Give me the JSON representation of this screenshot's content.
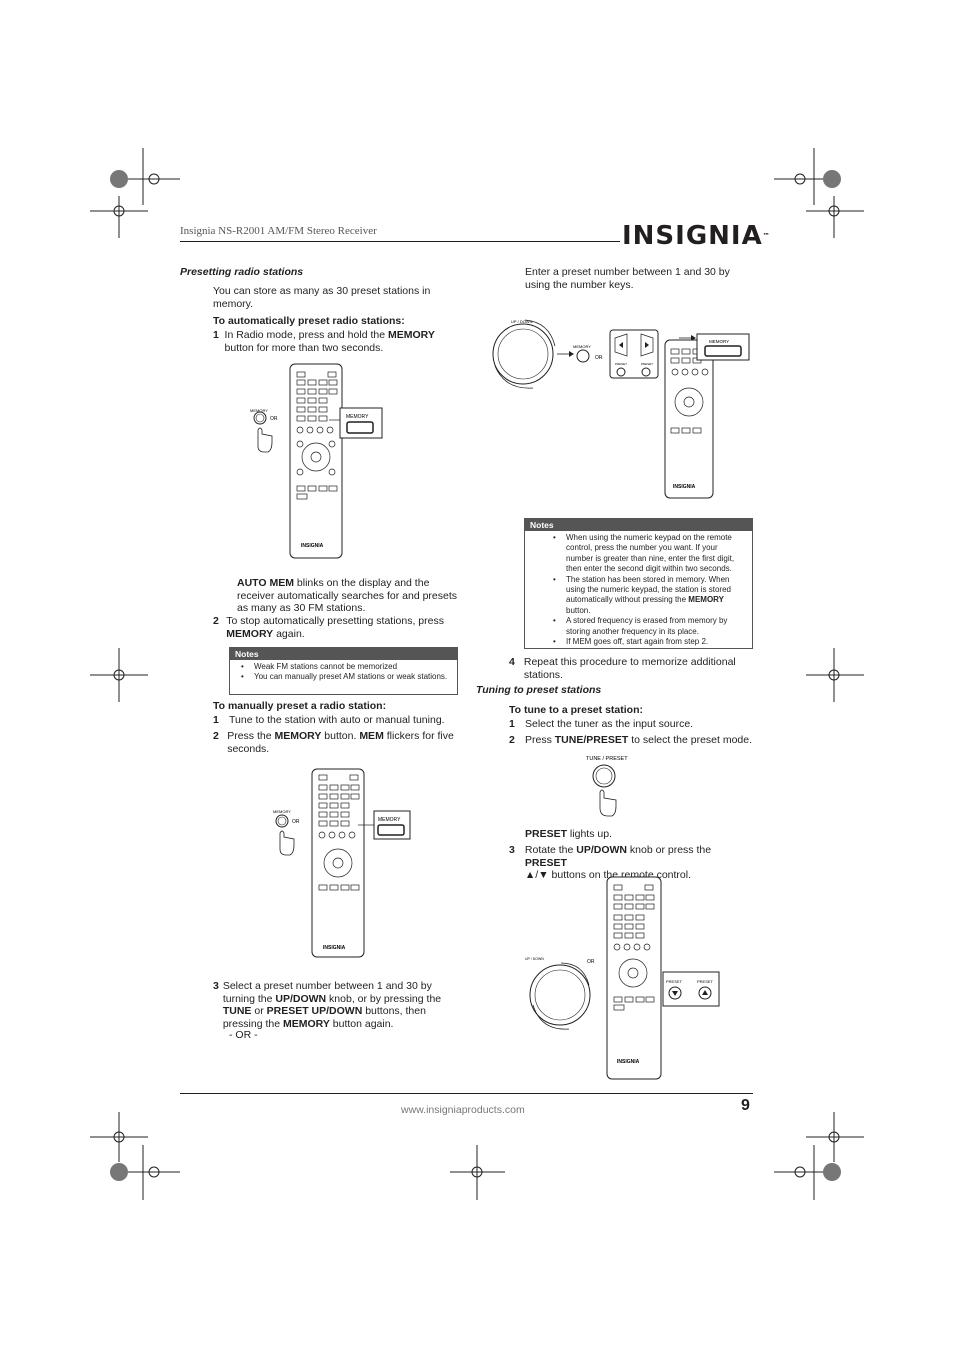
{
  "header": {
    "title": "Insignia NS-R2001 AM/FM Stereo Receiver",
    "logo": "INSIGNIA",
    "logo_tm": "™"
  },
  "left": {
    "section_title": "Presetting radio stations",
    "intro": "You can store as many as 30 preset stations in memory.",
    "auto": {
      "heading": "To automatically preset radio stations:",
      "step1": {
        "num": "1",
        "a": "In Radio mode, press and hold the ",
        "b": "MEMORY",
        "c": " button for more than two seconds."
      },
      "after_fig": {
        "b": "AUTO MEM",
        "c": " blinks on the display and the receiver automatically searches for and presets as many as 30 FM stations."
      },
      "step2": {
        "num": "2",
        "a": "To stop automatically presetting stations, press ",
        "b": "MEMORY",
        "c": " again."
      }
    },
    "notes1": {
      "title": "Notes",
      "items": [
        "Weak FM stations cannot be memorized",
        "You can manually preset AM stations or weak stations."
      ]
    },
    "manual": {
      "heading": "To manually preset a radio station:",
      "step1": {
        "num": "1",
        "text": "Tune to the station with auto or manual tuning."
      },
      "step2": {
        "num": "2",
        "a": "Press the ",
        "b": "MEMORY",
        "c": " button. ",
        "d": "MEM",
        "e": " flickers for five seconds."
      },
      "step3": {
        "num": "3",
        "a": "Select a preset number between 1 and 30 by turning the ",
        "b": "UP/DOWN",
        "c": " knob, or by pressing the ",
        "d": "TUNE",
        "e": " or ",
        "f": "PRESET UP/DOWN",
        "g": " buttons, then pressing the ",
        "h": "MEMORY",
        "i": " button again."
      },
      "or": "- OR -"
    }
  },
  "right": {
    "number_keys": "Enter a preset number between 1 and 30 by using the number keys.",
    "notes2": {
      "title": "Notes",
      "items": [
        "When using the numeric keypad on the remote control, press the number you want. If your number is greater than nine, enter the first digit, then enter the second digit within two seconds.",
        {
          "a": "The station has been stored in memory. When using the numeric keypad, the station is stored automatically without pressing the ",
          "b": "MEMORY",
          "c": " button."
        },
        "A stored frequency is erased from memory by storing another frequency in its place.",
        "If MEM goes off, start again from step 2."
      ]
    },
    "step4": {
      "num": "4",
      "text": "Repeat this procedure to memorize additional stations."
    },
    "tuning": {
      "section_title": "Tuning to preset stations",
      "heading": "To tune to a preset station:",
      "step1": {
        "num": "1",
        "text": "Select the tuner as the input source."
      },
      "step2": {
        "num": "2",
        "a": "Press ",
        "b": "TUNE/PRESET",
        "c": " to select the preset mode."
      },
      "lights": {
        "b": "PRESET",
        "c": " lights up."
      },
      "step3": {
        "num": "3",
        "a": "Rotate the ",
        "b": "UP/DOWN",
        "c": " knob or press the ",
        "d": "PRESET",
        "e": "▲/▼ buttons on the remote control."
      }
    }
  },
  "figures": {
    "memory": "MEMORY",
    "or": "OR",
    "up_down": "UP / DOWN",
    "tune_preset": "TUNE / PRESET",
    "preset": "PRESET",
    "tune": "TUNE",
    "remote_brand": "INSIGNIA"
  },
  "footer": {
    "url": "www.insigniaproducts.com",
    "page": "9"
  },
  "colors": {
    "notes_bar": "#555555",
    "text": "#231f20"
  }
}
